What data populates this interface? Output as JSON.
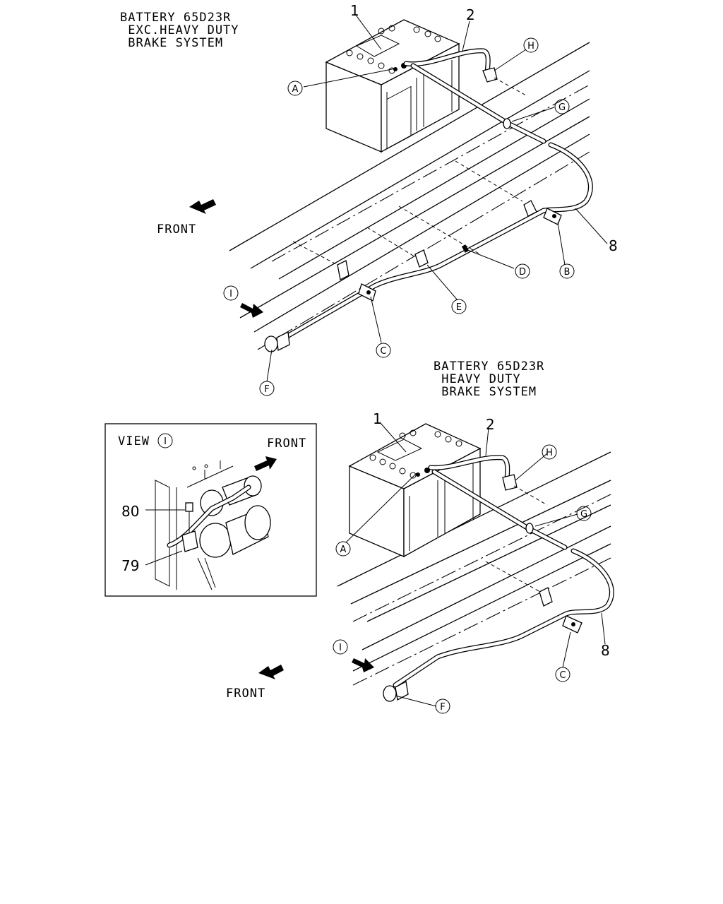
{
  "top_diagram": {
    "title_lines": [
      "BATTERY 65D23R",
      " EXC.HEAVY DUTY",
      " BRAKE SYSTEM"
    ],
    "front_label": "FRONT",
    "part_numbers": {
      "battery": "1",
      "positive_cable": "2",
      "starter_cable": "8"
    },
    "callouts": {
      "a": "A",
      "b": "B",
      "c": "C",
      "d": "D",
      "e": "E",
      "f": "F",
      "g": "G",
      "h": "H",
      "i": "I"
    }
  },
  "bottom_diagram": {
    "title_lines": [
      "BATTERY 65D23R",
      " HEAVY DUTY",
      " BRAKE SYSTEM"
    ],
    "front_label": "FRONT",
    "part_numbers": {
      "battery": "1",
      "positive_cable": "2",
      "starter_cable": "8"
    },
    "callouts": {
      "a": "A",
      "c": "C",
      "f": "F",
      "g": "G",
      "h": "H",
      "i": "I"
    }
  },
  "view_inset": {
    "title": "VIEW",
    "view_marker": "I",
    "front_label": "FRONT",
    "part_numbers": {
      "bolt": "80",
      "clip": "79"
    }
  },
  "colors": {
    "line": "#000000",
    "background": "#ffffff"
  }
}
